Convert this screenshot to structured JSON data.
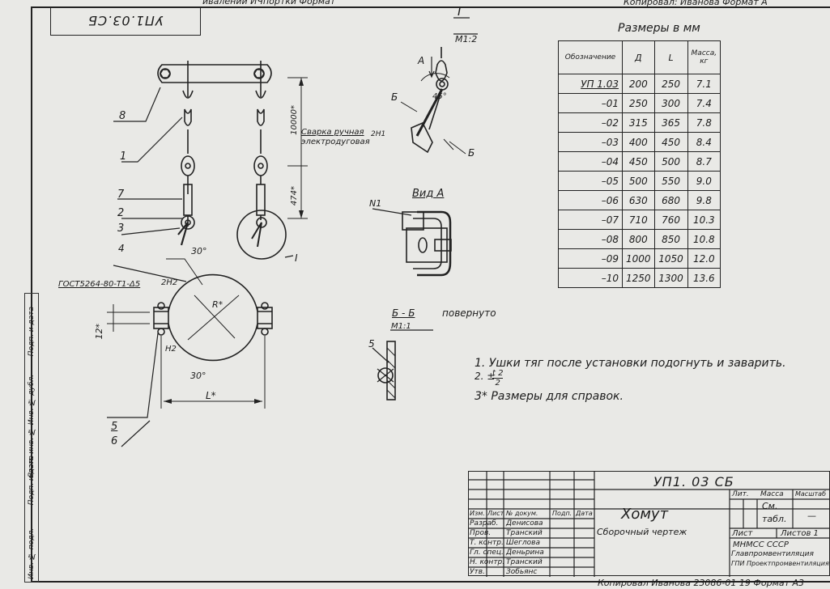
{
  "header": {
    "top_strip_left": "ивалений  ИЧпортки  Формат",
    "top_strip_right": "Копировал: Иванова      Формат А"
  },
  "stamp": {
    "mirrored_code": "УП1.03.СБ"
  },
  "side_labels": [
    "Подп. и дата",
    "Взам. инв. № Инв. № дубл.",
    "Подп. и дата",
    "Инв. № подл."
  ],
  "detail_I": {
    "title": "I",
    "scale": "M1:2",
    "angle": "45°",
    "view_a": "А",
    "section_b1": "Б",
    "section_b2": "Б"
  },
  "weld_note": {
    "line1": "Сварка ручная",
    "line2": "электродуговая",
    "code": "2Н1"
  },
  "view_a": {
    "title": "Вид А",
    "callout": "N1"
  },
  "section_bb": {
    "title": "Б - Б",
    "suffix": "повернуто",
    "scale": "M1:1",
    "callout": "5"
  },
  "main_view": {
    "dim_top": "10000*",
    "dim_side": "474*",
    "angle_top": "30°",
    "angle_bottom": "30°",
    "gost": "ГОСТ5264-80-Т1-Δ5",
    "weld_n2": "2Н2",
    "weld_h2": "Н2",
    "dim_12": "12*",
    "dim_r": "R*",
    "dim_l": "L*",
    "detail_marker": "I",
    "callouts": [
      "8",
      "1",
      "7",
      "2",
      "3",
      "4",
      "5",
      "6"
    ]
  },
  "dims_table": {
    "title": "Размеры в мм",
    "headers": [
      "Обозначение",
      "Д",
      "L",
      "Масса, кг"
    ],
    "rows": [
      [
        "УП 1.03",
        "200",
        "250",
        "7.1"
      ],
      [
        "–01",
        "250",
        "300",
        "7.4"
      ],
      [
        "–02",
        "315",
        "365",
        "7.8"
      ],
      [
        "–03",
        "400",
        "450",
        "8.4"
      ],
      [
        "–04",
        "450",
        "500",
        "8.7"
      ],
      [
        "–05",
        "500",
        "550",
        "9.0"
      ],
      [
        "–06",
        "630",
        "680",
        "9.8"
      ],
      [
        "–07",
        "710",
        "760",
        "10.3"
      ],
      [
        "–08",
        "800",
        "850",
        "10.8"
      ],
      [
        "–09",
        "1000",
        "1050",
        "12.0"
      ],
      [
        "–10",
        "1250",
        "1300",
        "13.6"
      ]
    ]
  },
  "notes": {
    "n1": "1. Ушки тяг после установки подогнуть и заварить.",
    "n2": "2. ±",
    "n2_frac_num": "t 2",
    "n2_frac_den": "2",
    "n3": "3* Размеры для справок."
  },
  "title_block": {
    "doc_code": "УП1. 03 СБ",
    "name": "Хомут",
    "subtitle": "Сборочный чертеж",
    "col_heads": [
      "Изм.",
      "Лист",
      "№ докум.",
      "Подп.",
      "Дата"
    ],
    "roles": [
      [
        "Разраб.",
        "Денисова"
      ],
      [
        "Пров.",
        "Транский"
      ],
      [
        "Т. контр.",
        "Шеглова"
      ],
      [
        "Гл. спец.",
        "Деньрина"
      ],
      [
        "Н. контр.",
        "Транский"
      ],
      [
        "Утв.",
        "Зобьянс"
      ]
    ],
    "lit": "Лит.",
    "mass": "Масса",
    "scale": "Масштаб",
    "mass_value": "См.",
    "mass_value2": "табл.",
    "scale_value": "—",
    "sheet": "Лист",
    "sheets": "Листов 1",
    "org1": "МНМСС  СССР",
    "org2": "Главпромвентиляция",
    "org3": "ГПИ Проектпромвентиляция"
  },
  "footer": {
    "copied": "Копировал  Иванова 23086-01  19  Формат  А3"
  }
}
